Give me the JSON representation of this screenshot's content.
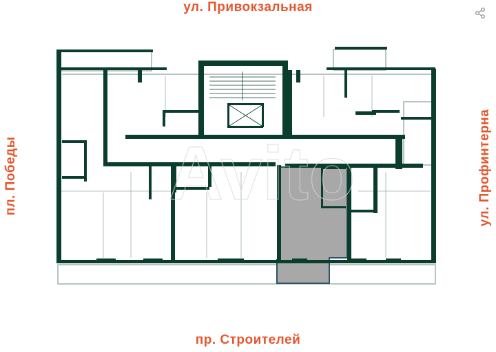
{
  "streets": {
    "top": "ул. Привокзальная",
    "bottom": "пр. Строителей",
    "left": "пл. Победы",
    "right": "ул. Профинтерна"
  },
  "watermark": "Avito",
  "colors": {
    "wall": "#0b3d2c",
    "thin": "#6f8a80",
    "highlight": "#a8a8a8",
    "highlight_border": "#2c5366",
    "accent": "#e4572e"
  },
  "icons": [
    "share-icon"
  ]
}
